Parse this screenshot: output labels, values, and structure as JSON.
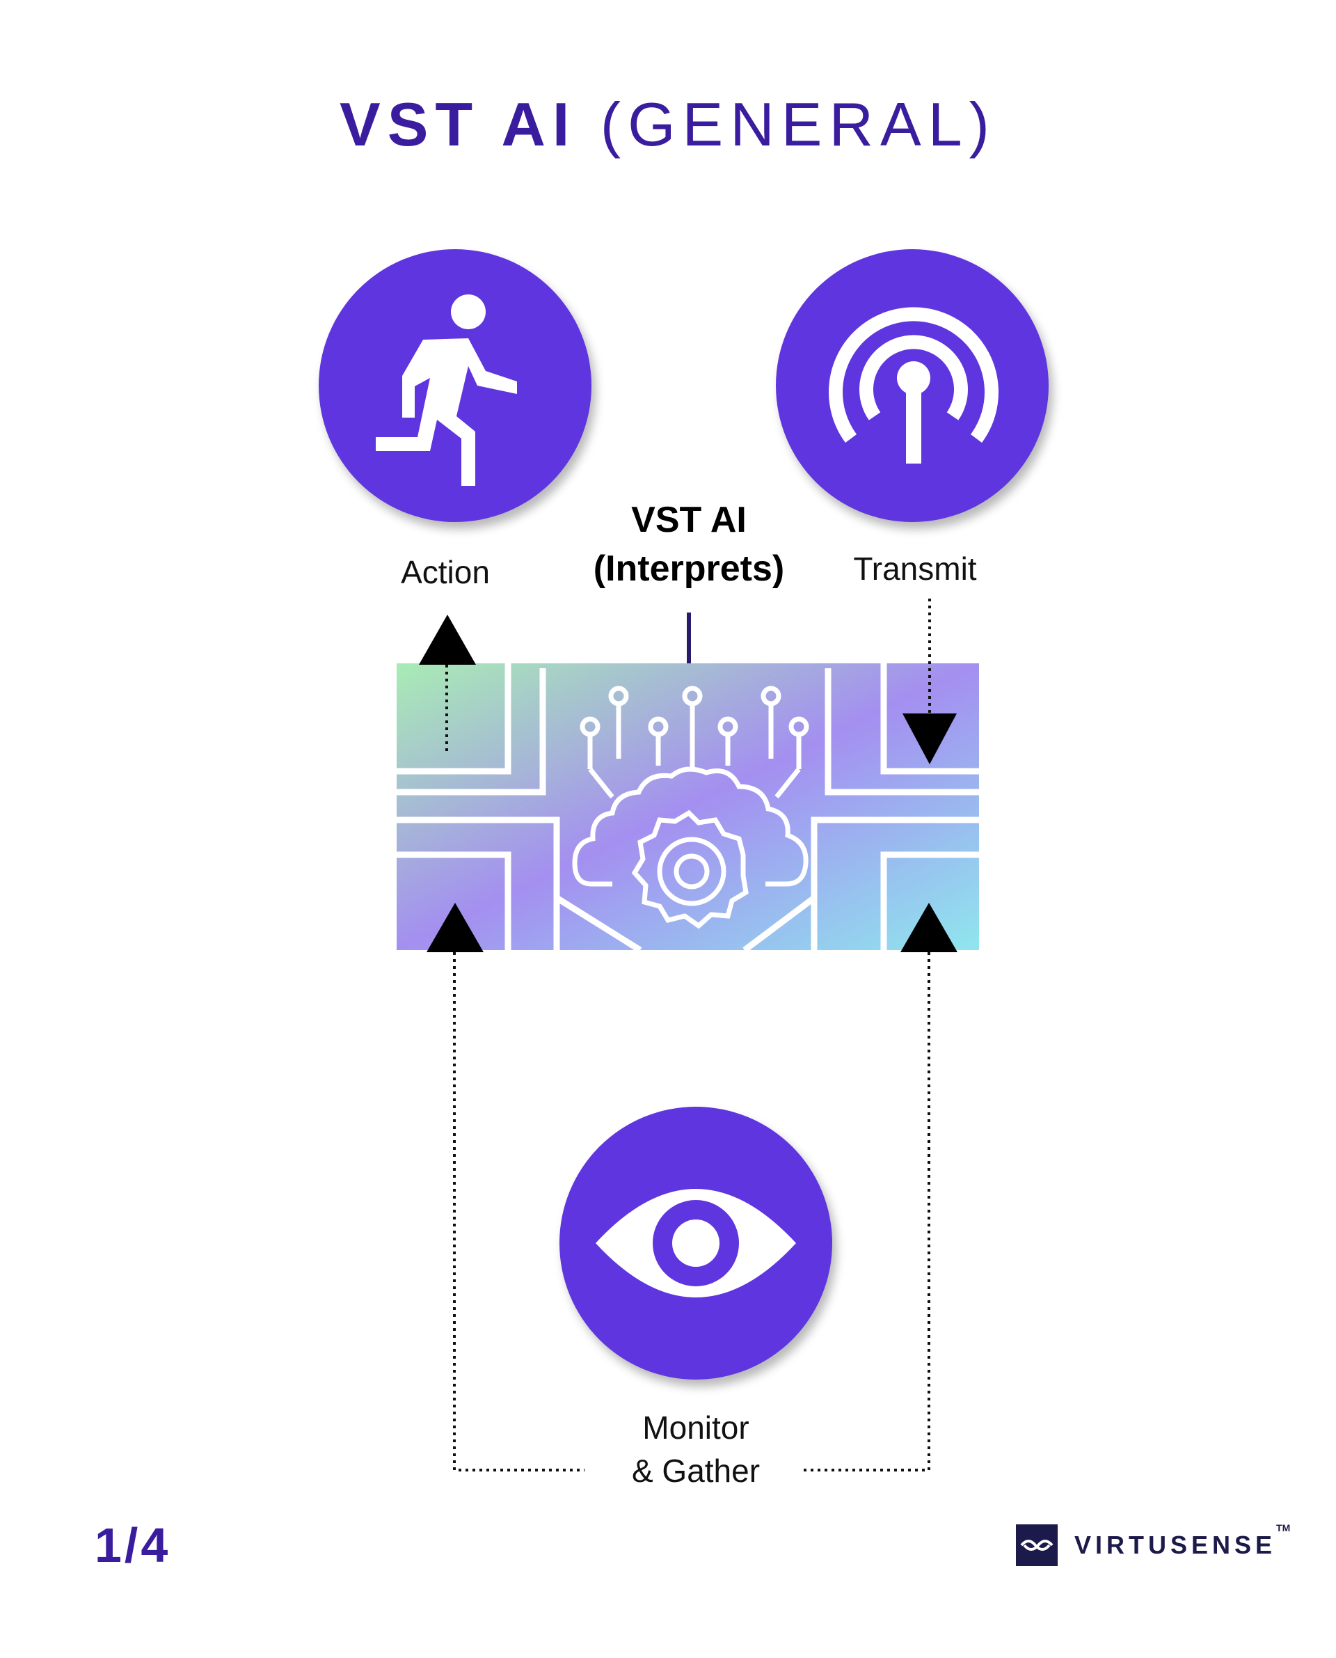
{
  "title": {
    "bold": "VST AI",
    "light": "(GENERAL)"
  },
  "nodes": {
    "action": {
      "label": "Action",
      "icon": "walking-person-icon"
    },
    "transmit": {
      "label": "Transmit",
      "icon": "broadcast-antenna-icon"
    },
    "interpret": {
      "line1": "VST AI",
      "line2": "(Interprets)",
      "icon": "ai-brain-gear-icon"
    },
    "monitor": {
      "line1": "Monitor",
      "line2": "& Gather",
      "icon": "eye-icon"
    }
  },
  "page_indicator": "1/4",
  "brand": {
    "name": "VIRTUSENSE",
    "tm": "TM",
    "logo": "virtusense-logo-icon"
  },
  "colors": {
    "title": "#3a1d9e",
    "circle": "#5f35df",
    "gradient": [
      "#a8ecb4",
      "#a48ff0",
      "#8fe6ee"
    ],
    "brand": "#1c1a4a"
  }
}
